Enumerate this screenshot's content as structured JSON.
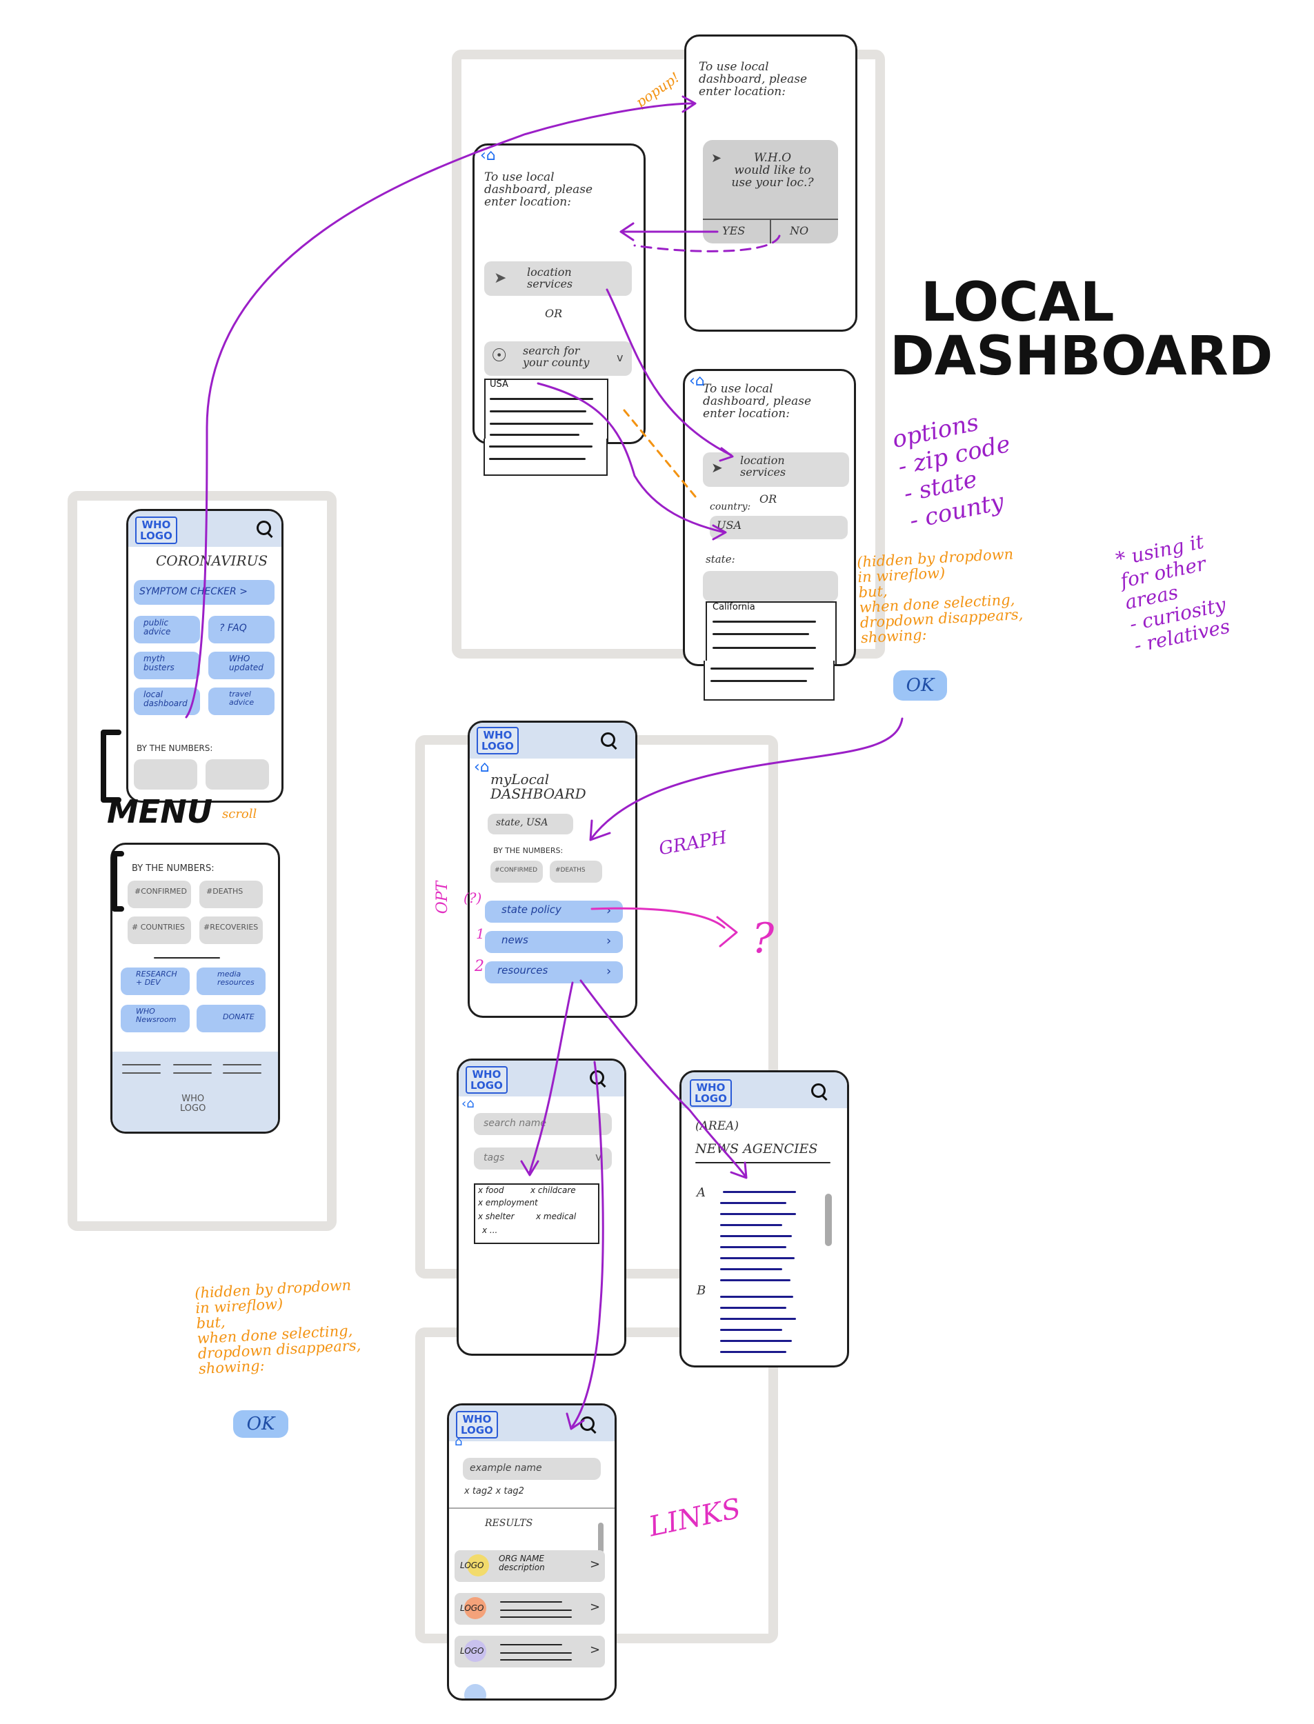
{
  "title": {
    "line1": "LOCAL",
    "line2": "DASHBOARD"
  },
  "common": {
    "logo": "WHO\nLOGO"
  },
  "screen_home": {
    "title": "CORONAVIRUS",
    "symptom_checker": "SYMPTOM CHECKER >",
    "public_advice": "public\nadvice",
    "faq": "? FAQ",
    "myth_busters": "myth\nbusters",
    "who_updated": "WHO\nupdated",
    "local_dashboard": "local\ndashboard",
    "travel_advice": "travel\nadvice",
    "by_the_numbers": "BY THE NUMBERS:"
  },
  "screen_scroll": {
    "by_the_numbers": "BY THE NUMBERS:",
    "confirmed": "#CONFIRMED",
    "deaths": "#DEATHS",
    "countries": "# COUNTRIES",
    "recoveries": "#RECOVERIES",
    "research": "RESEARCH\n+ DEV",
    "media": "media\nresources",
    "newsroom": "WHO\nNewsroom",
    "donate": "DONATE",
    "footer_logo": "WHO\nLOGO"
  },
  "screen_location": {
    "prompt": "To use local\ndashboard, please\nenter location:",
    "location_services": "location\nservices",
    "or": "OR",
    "search_country": "search for\nyour county",
    "usa": "USA"
  },
  "screen_popup": {
    "prompt": "To use local\ndashboard, please\nenter location:",
    "popup_text": "W.H.O\nwould like to\nuse your loc.?",
    "yes": "YES",
    "no": "NO"
  },
  "screen_state": {
    "prompt": "To use local\ndashboard, please\nenter location:",
    "location_services": "location\nservices",
    "or": "OR",
    "country_label": "country:",
    "usa": "USA",
    "state_label": "state:",
    "california": "California"
  },
  "screen_dashboard": {
    "title": "myLocal\nDASHBOARD",
    "location": "state, USA",
    "by_the_numbers": "BY THE NUMBERS:",
    "confirmed": "#CONFIRMED",
    "deaths": "#DEATHS",
    "state_policy": "state policy",
    "news": "news",
    "resources": "resources"
  },
  "screen_resources": {
    "search_name": "search name",
    "tags": "tags",
    "tag_items": [
      "x food",
      "x childcare",
      "x employment",
      "x shelter",
      "x medical",
      "x ..."
    ]
  },
  "screen_news": {
    "area": "(AREA)",
    "heading": "NEWS AGENCIES",
    "letter_a": "A",
    "letter_b": "B"
  },
  "screen_results": {
    "search_value": "example name",
    "tags": "x tag2  x tag2",
    "results_heading": "RESULTS",
    "row1_logo": "LOGO",
    "row1_text": "ORG NAME\ndescription",
    "row2_logo": "LOGO",
    "row3_logo": "LOGO",
    "chev": ">"
  },
  "annotations": {
    "popup": "popup!",
    "menu": "MENU",
    "scroll": "scroll",
    "options": "options\n- zip code\n- state\n- county",
    "using_it": "* using it\nfor other\nareas\n- curiosity\n- relatives",
    "hidden_note_top": "(hidden by dropdown\nin wireflow)\nbut,\nwhen done selecting,\ndropdown disappears,\nshowing:",
    "hidden_note_bottom": "(hidden by dropdown\nin wireflow)\nbut,\nwhen done selecting,\ndropdown disappears,\nshowing:",
    "ok_top": "OK",
    "ok_bottom": "OK",
    "graph": "GRAPH",
    "opt": "OPT",
    "qmark_num": "(?)",
    "num1": "1",
    "num2": "2",
    "question": "?",
    "links": "LINKS"
  },
  "colors": {
    "accent_blue": "#a7c7f5",
    "header_blue": "#d6e1f1",
    "annotation_purple": "#9b1fc7",
    "annotation_orange": "#f39312",
    "annotation_magenta": "#e22fc1"
  }
}
